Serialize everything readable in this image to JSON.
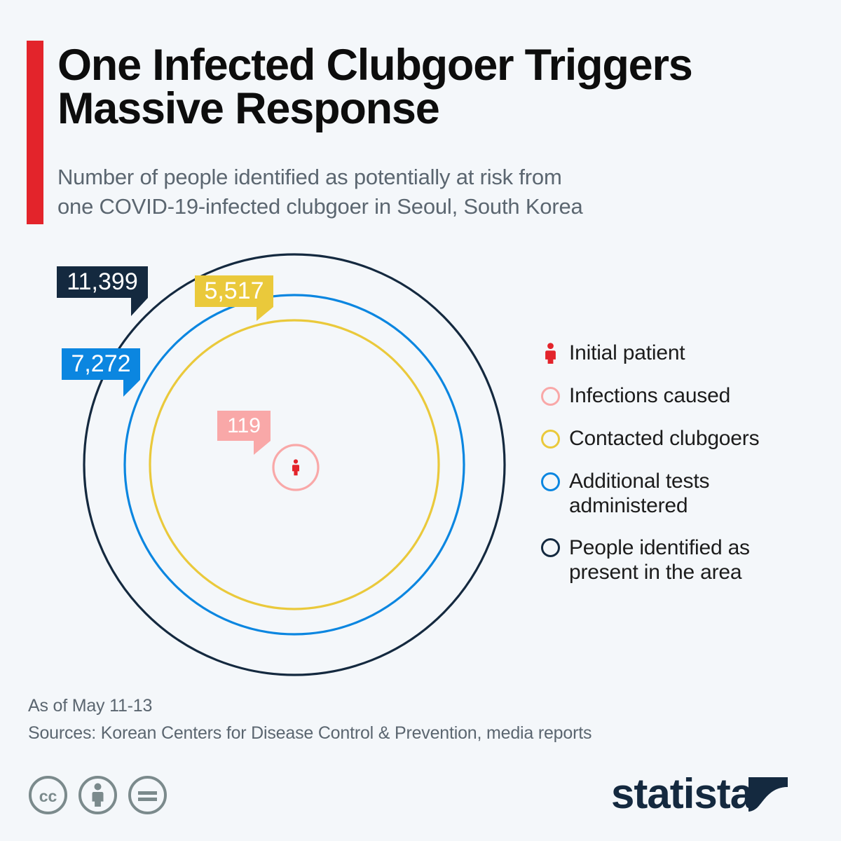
{
  "header": {
    "title_line1": "One Infected Clubgoer Triggers",
    "title_line2": "Massive Response",
    "subtitle_line1": "Number of people identified as potentially at risk from",
    "subtitle_line2": "one COVID-19-infected clubgoer in Seoul, South Korea",
    "accent_color": "#e3242b"
  },
  "chart_data": {
    "type": "bubble",
    "title": "One Infected Clubgoer Triggers Massive Response",
    "subtitle": "Number of people identified as potentially at risk from one COVID-19-infected clubgoer in Seoul, South Korea",
    "categories": [
      "Initial patient",
      "Infections caused",
      "Contacted clubgoers",
      "Additional tests administered",
      "People identified as present in the area"
    ],
    "values": [
      1,
      119,
      5517,
      7272,
      11399
    ],
    "value_labels": [
      "",
      "119",
      "5,517",
      "7,272",
      "11,399"
    ],
    "colors": [
      "#e3242b",
      "#f9a8a8",
      "#eac93b",
      "#0b86e0",
      "#14293f"
    ],
    "legend_position": "right",
    "grid": false,
    "xlabel": "",
    "ylabel": ""
  },
  "callouts": {
    "outer": "11,399",
    "tests": "7,272",
    "contacted": "5,517",
    "infections": "119"
  },
  "legend": {
    "items": [
      {
        "label": "Initial patient",
        "label2": "",
        "mark": "person-icon",
        "color": "#e3242b"
      },
      {
        "label": "Infections caused",
        "label2": "",
        "mark": "circle-outline-icon",
        "color": "#f9a8a8"
      },
      {
        "label": "Contacted clubgoers",
        "label2": "",
        "mark": "circle-outline-icon",
        "color": "#eac93b"
      },
      {
        "label": "Additional tests",
        "label2": "administered",
        "mark": "circle-outline-icon",
        "color": "#0b86e0"
      },
      {
        "label": "People identified as",
        "label2": "present in the area",
        "mark": "circle-outline-icon",
        "color": "#14293f"
      }
    ]
  },
  "footer": {
    "note": "As of May 11-13",
    "sources": "Sources: Korean Centers for Disease Control & Prevention, media reports",
    "license_icons": [
      "cc-icon",
      "cc-by-person-icon",
      "cc-nd-equals-icon"
    ],
    "brand": "statista"
  }
}
